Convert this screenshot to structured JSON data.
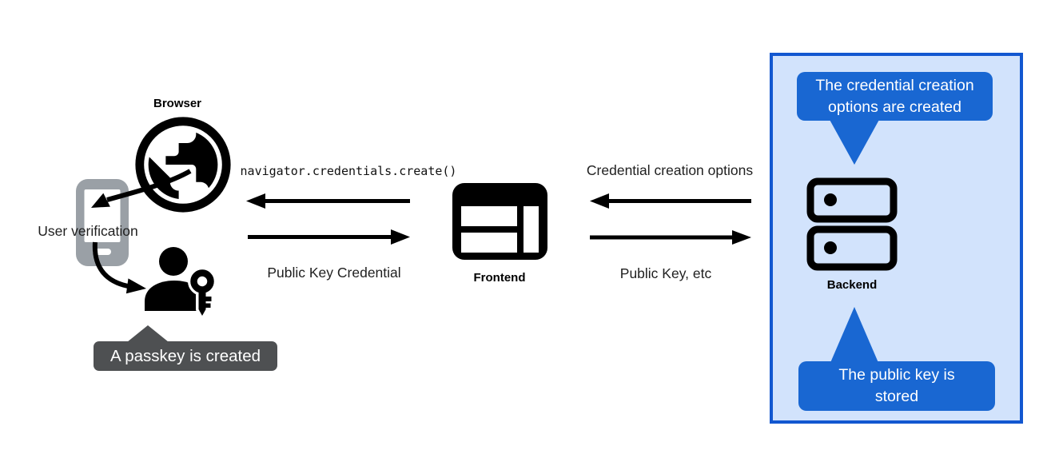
{
  "browser": {
    "label": "Browser"
  },
  "authenticator": {
    "user_verification_label": "User verification",
    "passkey_tooltip": "A passkey is created"
  },
  "frontend": {
    "label": "Frontend"
  },
  "backend": {
    "label": "Backend"
  },
  "messages": {
    "create_call": "navigator.credentials.create()",
    "public_key_credential": "Public Key Credential",
    "credential_creation_options": "Credential creation options",
    "public_key_etc": "Public Key, etc"
  },
  "callouts": {
    "options_created_lines": [
      "The credential creation",
      "options are created"
    ],
    "options_created_text": "The credential creation options are created",
    "key_stored_lines": [
      "The public key is",
      "stored"
    ],
    "key_stored_text": "The public key is stored"
  },
  "icons": {
    "globe": "globe-icon",
    "phone": "smartphone-icon",
    "person_key": "person-with-key-icon",
    "frontend_window": "browser-window-icon",
    "server": "server-stack-icon"
  },
  "colors": {
    "callout_blue": "#1967d2",
    "panel_border_blue": "#1257d0",
    "panel_fill_blue": "#d2e3fc",
    "tooltip_gray": "#4e5052",
    "phone_gray": "#9aa0a6",
    "ink": "#000000"
  }
}
